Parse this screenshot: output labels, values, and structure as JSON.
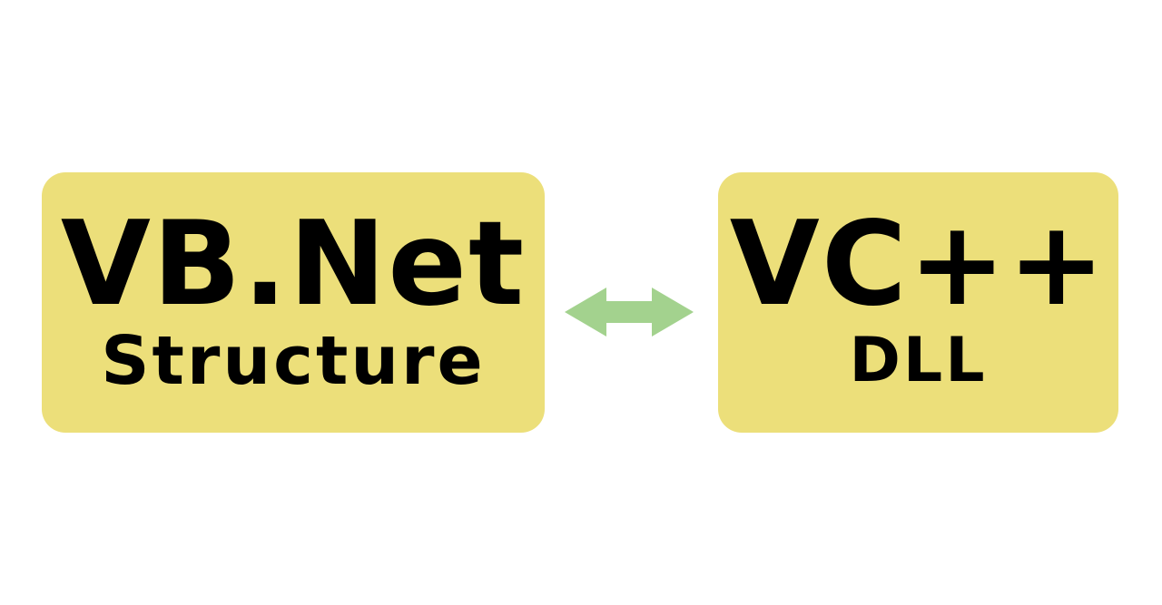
{
  "left": {
    "title": "VB.Net",
    "subtitle": "Structure"
  },
  "right": {
    "title": "VC++",
    "subtitle": "DLL"
  },
  "arrow": {
    "icon": "double-arrow-icon",
    "color": "#A3D28E"
  },
  "colors": {
    "box": "#ECDF7A",
    "text": "#000000"
  }
}
